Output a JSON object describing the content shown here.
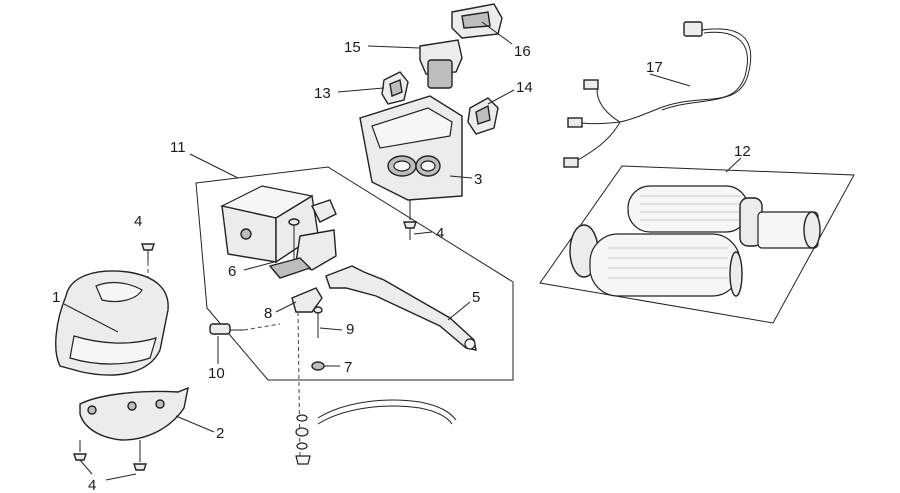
{
  "callouts": {
    "c1": "1",
    "c2": "2",
    "c3": "3",
    "c4a": "4",
    "c4b": "4",
    "c4c": "4",
    "c5": "5",
    "c6": "6",
    "c7": "7",
    "c8": "8",
    "c9": "9",
    "c10": "10",
    "c11": "11",
    "c12": "12",
    "c13": "13",
    "c14": "14",
    "c15": "15",
    "c16": "16",
    "c17": "17"
  }
}
